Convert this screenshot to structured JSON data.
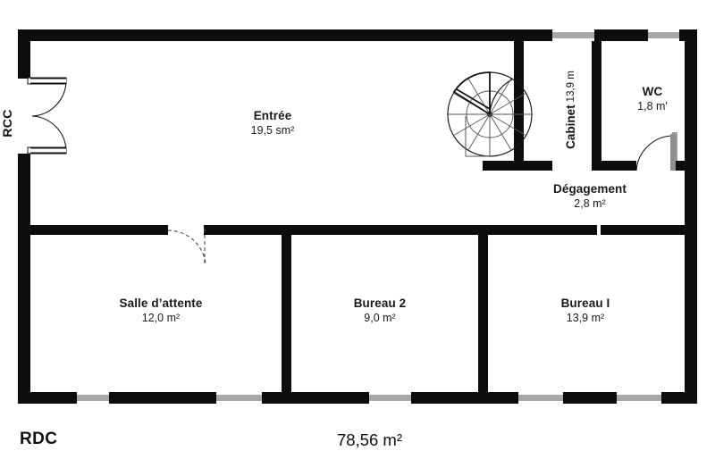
{
  "plan": {
    "floor_label": "RDC",
    "total_area": "78,56 m²",
    "side_label": "RCC",
    "rooms": [
      {
        "key": "entree",
        "name": "Entrée",
        "area": "19,5 sm²"
      },
      {
        "key": "cabinet",
        "name": "Cabinet",
        "area": "13,9 m"
      },
      {
        "key": "wc",
        "name": "WC",
        "area": "1,8 m'"
      },
      {
        "key": "degagement",
        "name": "Dégagement",
        "area": "2,8 m²"
      },
      {
        "key": "salle",
        "name": "Salle d’attente",
        "area": "12,0 m²"
      },
      {
        "key": "bureau2",
        "name": "Bureau 2",
        "area": "9,0 m²"
      },
      {
        "key": "bureau1",
        "name": "Bureau I",
        "area": "13,9 m²"
      }
    ],
    "colors": {
      "wall": "#0d0d0d",
      "window": "#a8a8a8",
      "door_line": "#1a1a1a",
      "background": "#ffffff",
      "text": "#111111"
    }
  }
}
